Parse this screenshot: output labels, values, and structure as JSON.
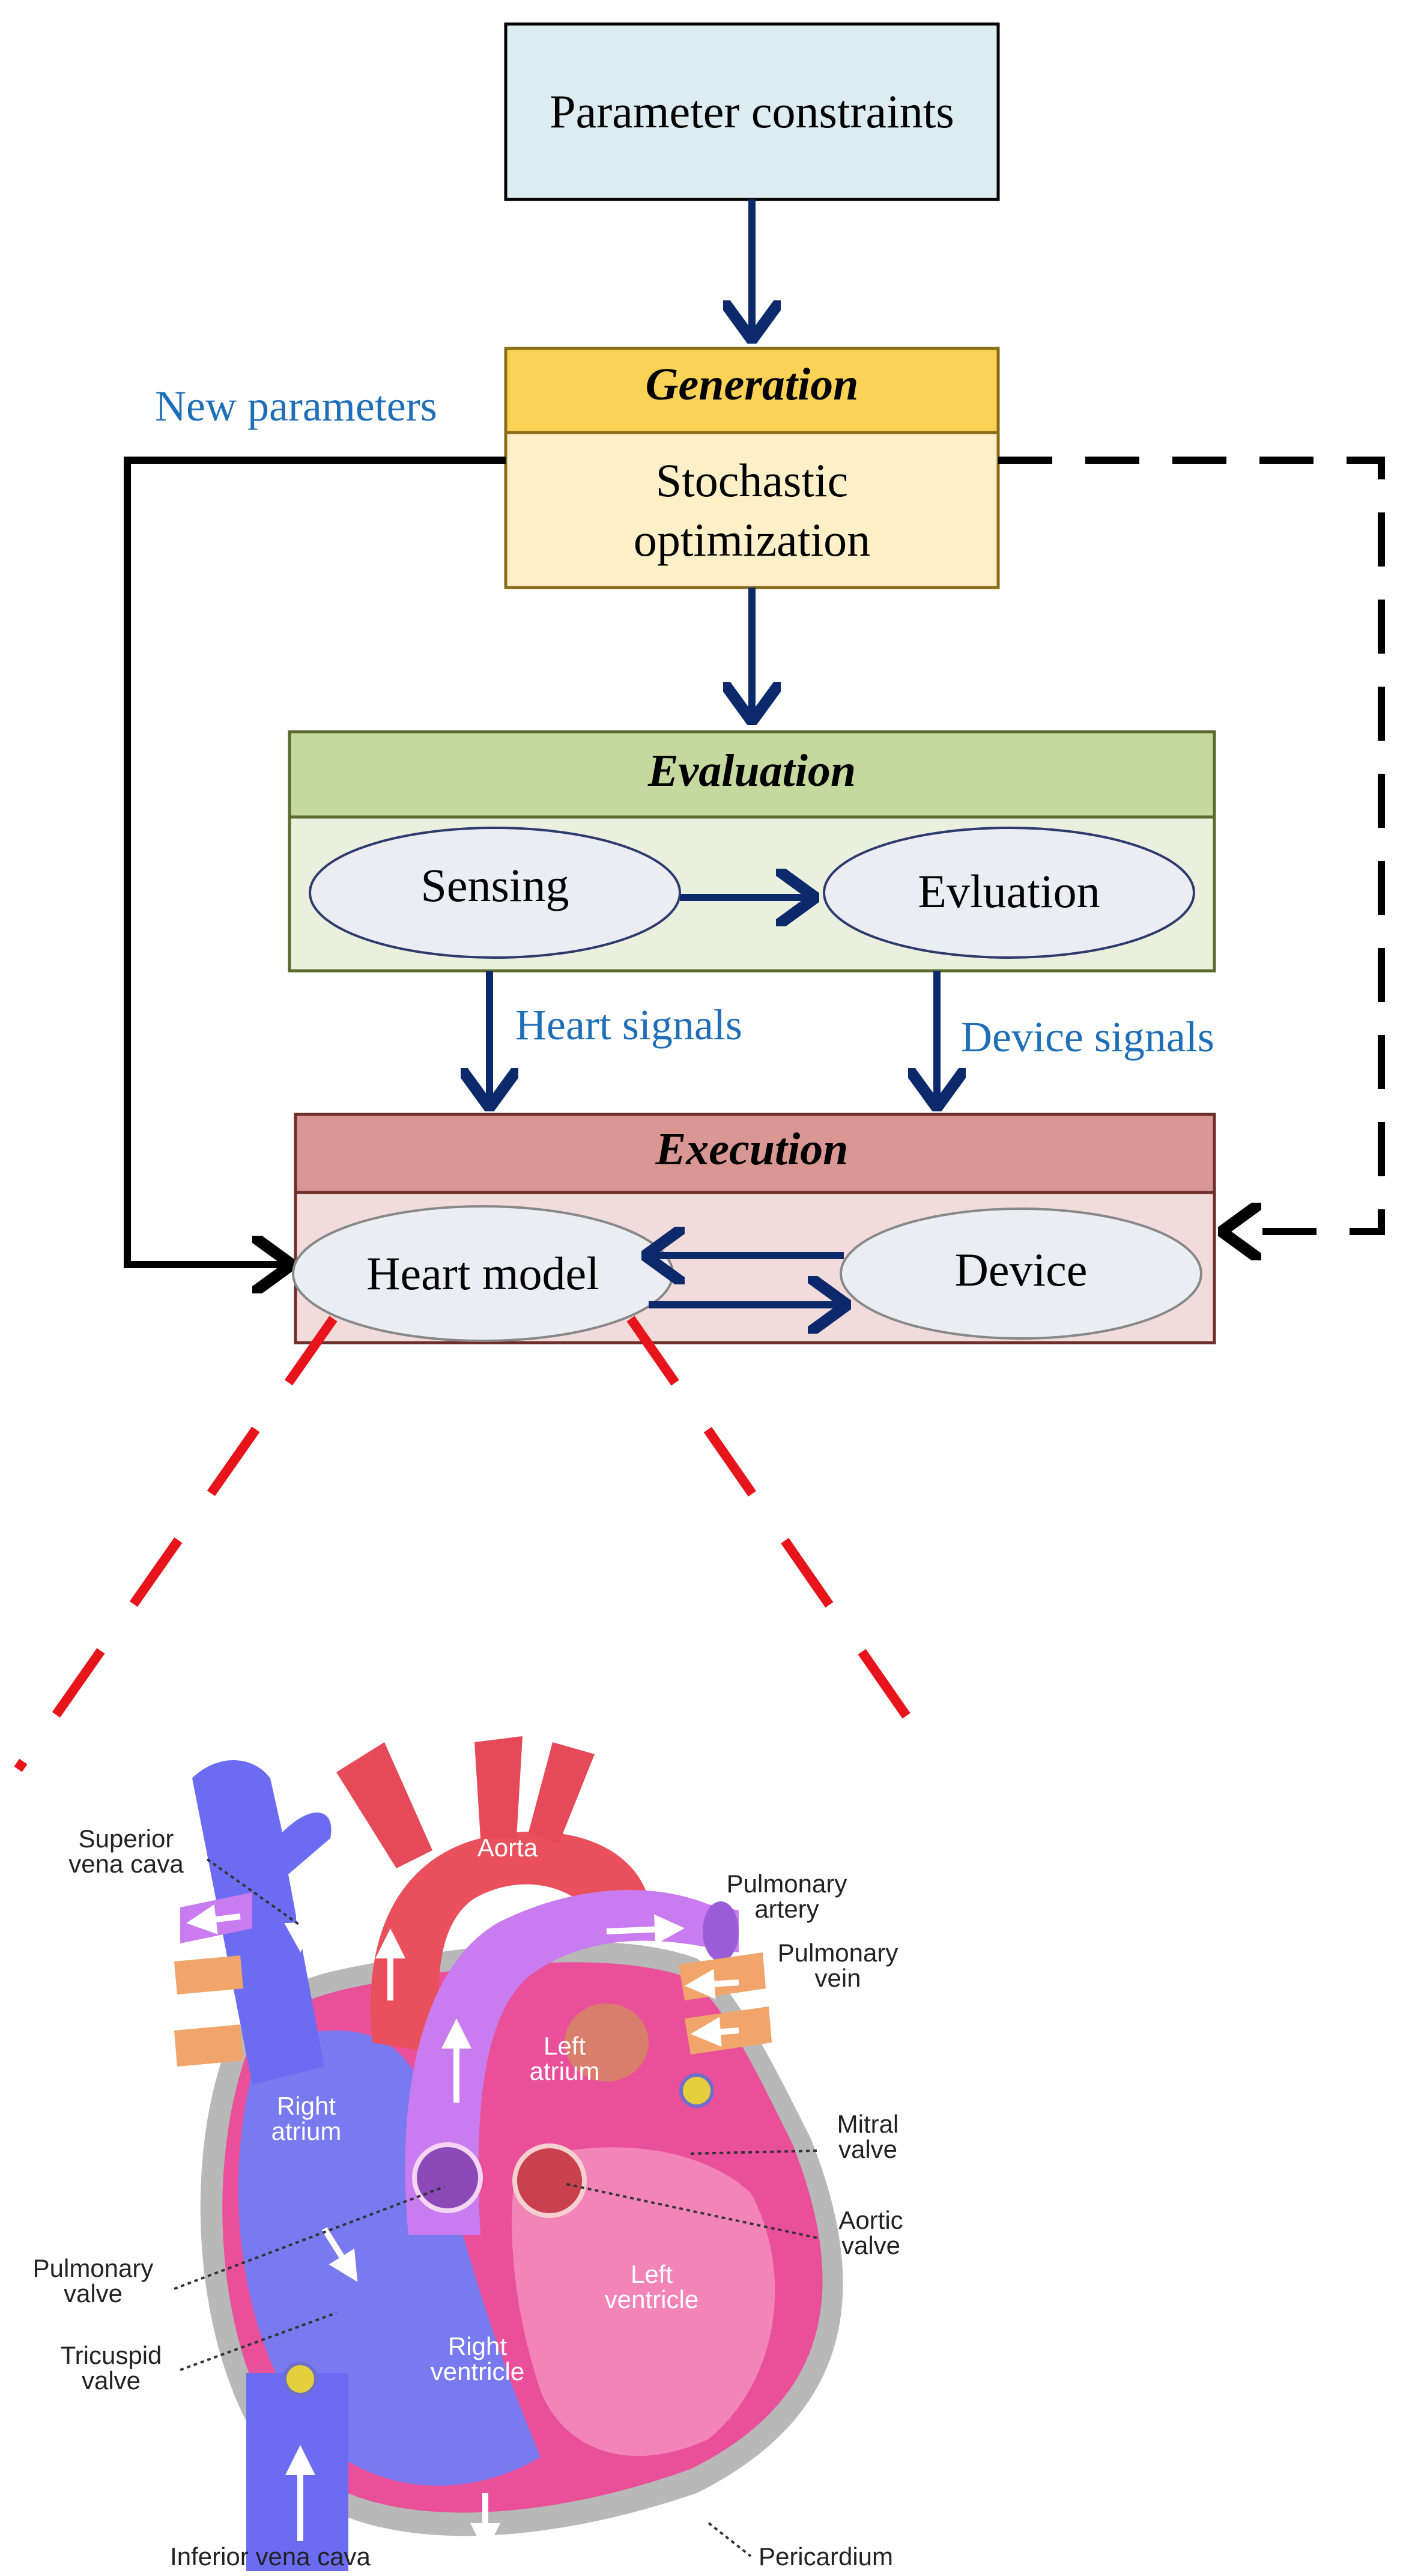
{
  "colors": {
    "navy_arrow": "#0c2a6b",
    "black_line": "#000000",
    "red_dash": "#e8141b",
    "blue_label": "#1f6fb8",
    "constraints_fill": "#dcecf1",
    "generation_header": "#f9d256",
    "generation_body": "#fdf0c8",
    "evaluation_header": "#c5d89d",
    "evaluation_body": "#ebf0de",
    "execution_header": "#d99692",
    "execution_body": "#f2dcdb",
    "ellipse_fill": "#ececf3"
  },
  "diagram": {
    "constraints": {
      "label": "Parameter constraints"
    },
    "generation": {
      "header": "Generation",
      "body_line1": "Stochastic",
      "body_line2": "optimization"
    },
    "new_parameters": "New parameters",
    "evaluation": {
      "header": "Evaluation",
      "sensing": "Sensing",
      "evluation": "Evluation"
    },
    "heart_signals": "Heart signals",
    "device_signals": "Device signals",
    "execution": {
      "header": "Execution",
      "heart_model": "Heart model",
      "device": "Device"
    }
  },
  "heart": {
    "labels": {
      "superior_vena_cava_1": "Superior",
      "superior_vena_cava_2": "vena  cava",
      "aorta": "Aorta",
      "pulmonary_artery_1": "Pulmonary",
      "pulmonary_artery_2": "artery",
      "pulmonary_vein_1": "Pulmonary",
      "pulmonary_vein_2": "vein",
      "left_atrium_1": "Left",
      "left_atrium_2": "atrium",
      "right_atrium_1": "Right",
      "right_atrium_2": "atrium",
      "mitral_valve_1": "Mitral",
      "mitral_valve_2": "valve",
      "aortic_valve_1": "Aortic",
      "aortic_valve_2": "valve",
      "pulmonary_valve_1": "Pulmonary",
      "pulmonary_valve_2": "valve",
      "left_ventricle_1": "Left",
      "left_ventricle_2": "ventricle",
      "tricuspid_valve_1": "Tricuspid",
      "tricuspid_valve_2": "valve",
      "right_ventricle_1": "Right",
      "right_ventricle_2": "ventricle",
      "inferior_vena_cava": "Inferior vena cava",
      "pericardium": "Pericardium"
    }
  }
}
